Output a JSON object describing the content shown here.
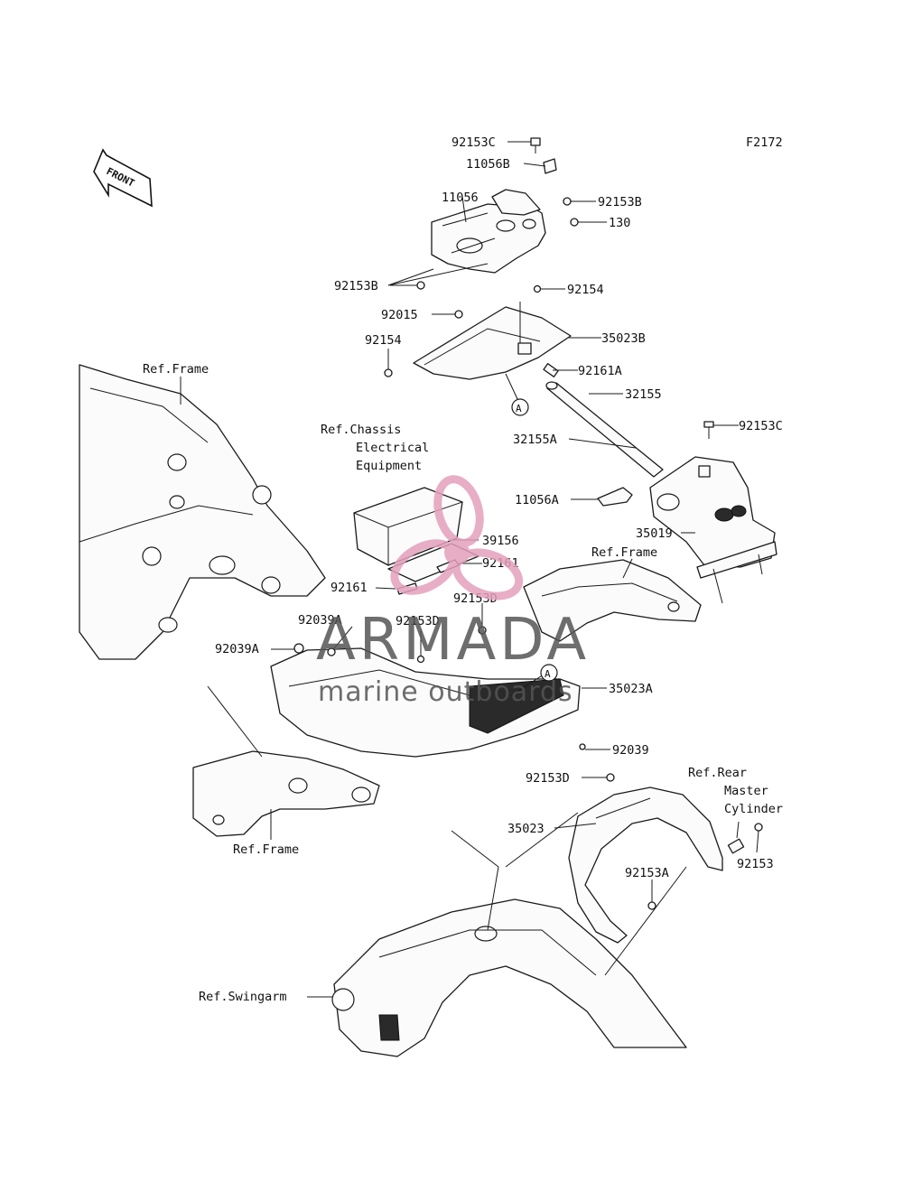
{
  "figure_code": "F2172",
  "front_badge": "FRONT",
  "callout_marker": "A",
  "watermark": {
    "brand": "ARMADA",
    "tagline": "marine outboards"
  },
  "labels": {
    "p_92153C_top": "92153C",
    "p_11056B": "11056B",
    "p_11056": "11056",
    "p_92153B_right": "92153B",
    "p_130": "130",
    "p_92153B_left": "92153B",
    "p_92154_right": "92154",
    "p_92015": "92015",
    "p_35023B": "35023B",
    "p_92154_left": "92154",
    "p_92161A": "92161A",
    "p_32155": "32155",
    "p_92153C_right": "92153C",
    "p_32155A": "32155A",
    "p_11056A": "11056A",
    "p_35019": "35019",
    "p_39156": "39156",
    "p_92161_right": "92161",
    "p_92161_left": "92161",
    "p_92153D_a": "92153D",
    "p_92039A_a": "92039A",
    "p_92153D_b": "92153D",
    "p_92039A_b": "92039A",
    "p_35023A": "35023A",
    "p_92039": "92039",
    "p_92153D_c": "92153D",
    "p_35023": "35023",
    "p_92153A": "92153A",
    "p_92153": "92153",
    "ref_frame_top": "Ref.Frame",
    "ref_chassis_1": "Ref.Chassis",
    "ref_chassis_2": "Electrical",
    "ref_chassis_3": "Equipment",
    "ref_frame_right": "Ref.Frame",
    "ref_frame_bottom": "Ref.Frame",
    "ref_rear_1": "Ref.Rear",
    "ref_rear_2": "Master",
    "ref_rear_3": "Cylinder",
    "ref_swingarm": "Ref.Swingarm"
  },
  "colors": {
    "line": "#1a1a1a",
    "watermark_accent": "#e4a0bc",
    "watermark_text": "#555555"
  }
}
